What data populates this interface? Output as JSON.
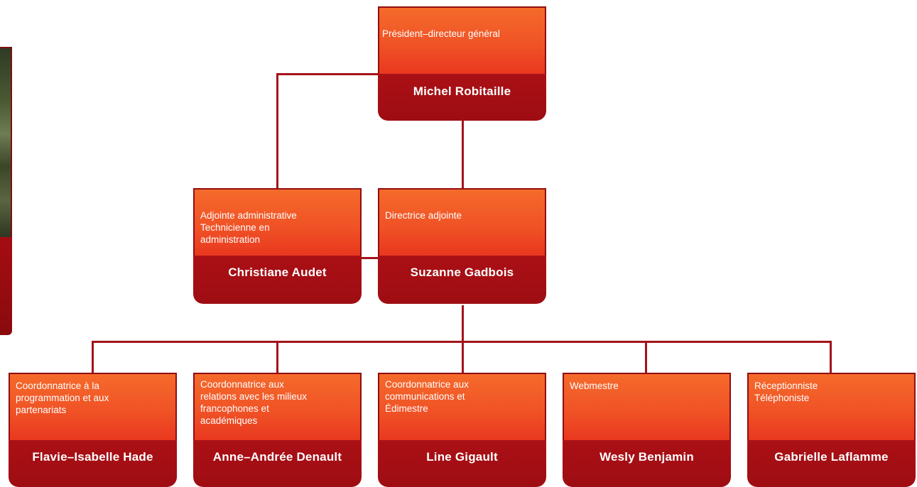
{
  "org_chart": {
    "president": {
      "role": "Président–directeur général",
      "name": "Michel Robitaille"
    },
    "assistant": {
      "role_lines": [
        "Adjointe administrative",
        "Technicienne en",
        "administration"
      ],
      "name": "Christiane Audet"
    },
    "deputy": {
      "role": "Directrice adjointe",
      "name": "Suzanne Gadbois"
    },
    "staff": [
      {
        "role_lines": [
          "Coordonnatrice à la",
          "programmation et aux",
          "partenariats"
        ],
        "name": "Flavie–Isabelle Hade"
      },
      {
        "role_lines": [
          "Coordonnatrice aux",
          "relations avec les milieux",
          "francophones et",
          "académiques"
        ],
        "name": "Anne–Andrée Denault"
      },
      {
        "role_lines": [
          "Coordonnatrice aux",
          "communications et",
          "Édimestre"
        ],
        "name": "Line Gigault"
      },
      {
        "role_lines": [
          "Webmestre"
        ],
        "name": "Wesly Benjamin"
      },
      {
        "role_lines": [
          "Réceptionniste",
          "Téléphoniste"
        ],
        "name": "Gabrielle Laflamme"
      }
    ]
  },
  "colors": {
    "orange_top": "#f56a2b",
    "orange_bottom": "#e9381f",
    "dark_red": "#9e0d12",
    "connector": "#a3131a"
  }
}
